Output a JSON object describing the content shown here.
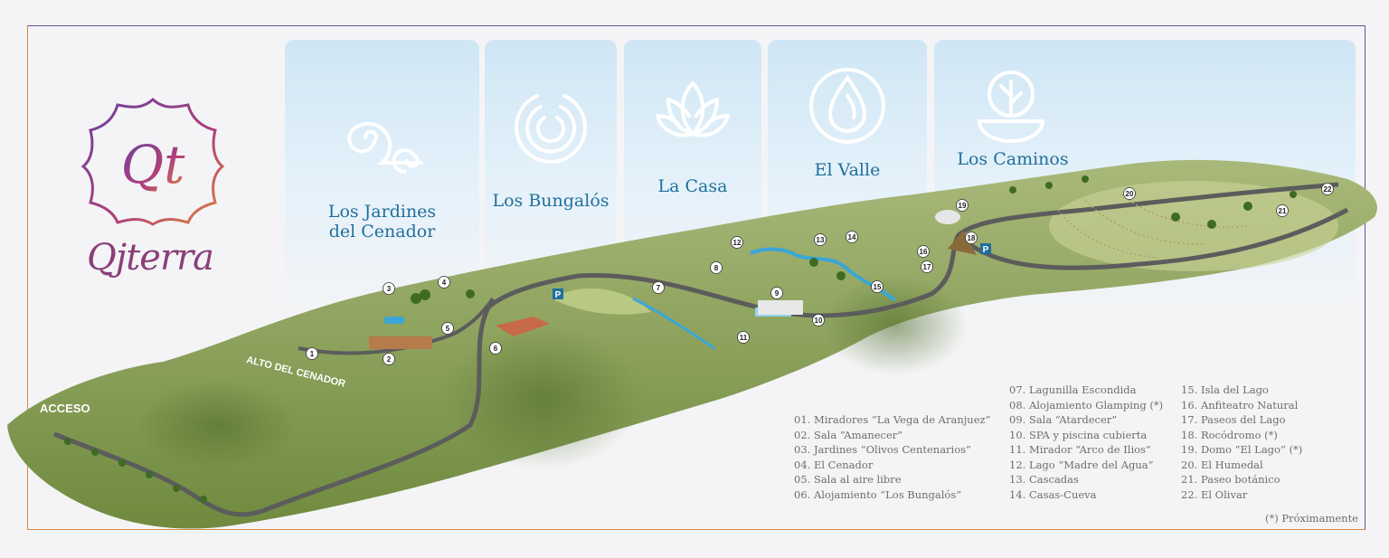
{
  "brand": {
    "name": "Qjterra",
    "monogram": "Qt"
  },
  "zones": [
    {
      "title_line1": "Los Jardines",
      "title_line2": "del Cenador",
      "icon": "spiral-snail-icon"
    },
    {
      "title_line1": "Los Bungalós",
      "title_line2": "",
      "icon": "concentric-circles-icon"
    },
    {
      "title_line1": "La Casa",
      "title_line2": "",
      "icon": "lotus-flame-icon"
    },
    {
      "title_line1": "El Valle",
      "title_line2": "",
      "icon": "water-drop-icon"
    },
    {
      "title_line1": "Los Caminos",
      "title_line2": "",
      "icon": "plant-bowl-icon"
    }
  ],
  "map_labels": {
    "access": "ACCESO",
    "hill": "ALTO DEL CENADOR"
  },
  "legend": {
    "col1": [
      "01. Miradores “La Vega de Aranjuez”",
      "02. Sala “Amanecer”",
      "03. Jardines “Olivos Centenarios”",
      "04. El Cenador",
      "05. Sala al aire libre",
      "06. Alojamiento “Los Bungalós”"
    ],
    "col2": [
      "07. Lagunilla Escondida",
      "08. Alojamiento Glamping (*)",
      "09. Sala “Atardecer”",
      "10. SPA y piscina cubierta",
      "11. Mirador “Arco de Ilios”",
      "12. Lago “Madre del Agua”",
      "13. Cascadas",
      "14. Casas-Cueva"
    ],
    "col3": [
      "15. Isla del Lago",
      "16. Anfiteatro Natural",
      "17. Paseos del Lago",
      "18. Rocódromo (*)",
      "19. Domo “El Lago” (*)",
      "20. El Humedal",
      "21. Paseo botánico",
      "22. El Olivar"
    ]
  },
  "footnote": "(*) Próximamente",
  "markers": [
    "1",
    "2",
    "3",
    "4",
    "5",
    "6",
    "7",
    "8",
    "9",
    "10",
    "11",
    "12",
    "13",
    "14",
    "15",
    "16",
    "17",
    "18",
    "19",
    "20",
    "21",
    "22"
  ],
  "parking_label": "P",
  "colors": {
    "accent": "#1f6f9c",
    "brand": "#8a3f7a",
    "terrain": "#8aa05a",
    "water": "#3aa6d8"
  }
}
